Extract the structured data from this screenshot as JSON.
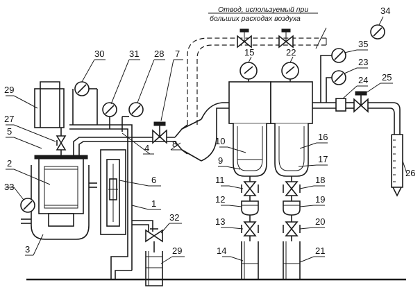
{
  "caption": {
    "line1": "Отвод, используемый при",
    "line2": "больших расходах воздуха"
  },
  "labels": {
    "n1": "1",
    "n2": "2",
    "n3": "3",
    "n4": "4",
    "n5": "5",
    "n6": "6",
    "n7": "7",
    "n8": "8",
    "n9": "9",
    "n10": "10",
    "n11": "11",
    "n12": "12",
    "n13": "13",
    "n14": "14",
    "n15": "15",
    "n16": "16",
    "n17": "17",
    "n18": "18",
    "n19": "19",
    "n20": "20",
    "n21": "21",
    "n22": "22",
    "n23": "23",
    "n24": "24",
    "n25": "25",
    "n26": "26",
    "n27": "27",
    "n28": "28",
    "n29a": "29",
    "n29b": "29",
    "n30": "30",
    "n31": "31",
    "n32": "32",
    "n33": "33",
    "n34": "34",
    "n35": "35"
  }
}
